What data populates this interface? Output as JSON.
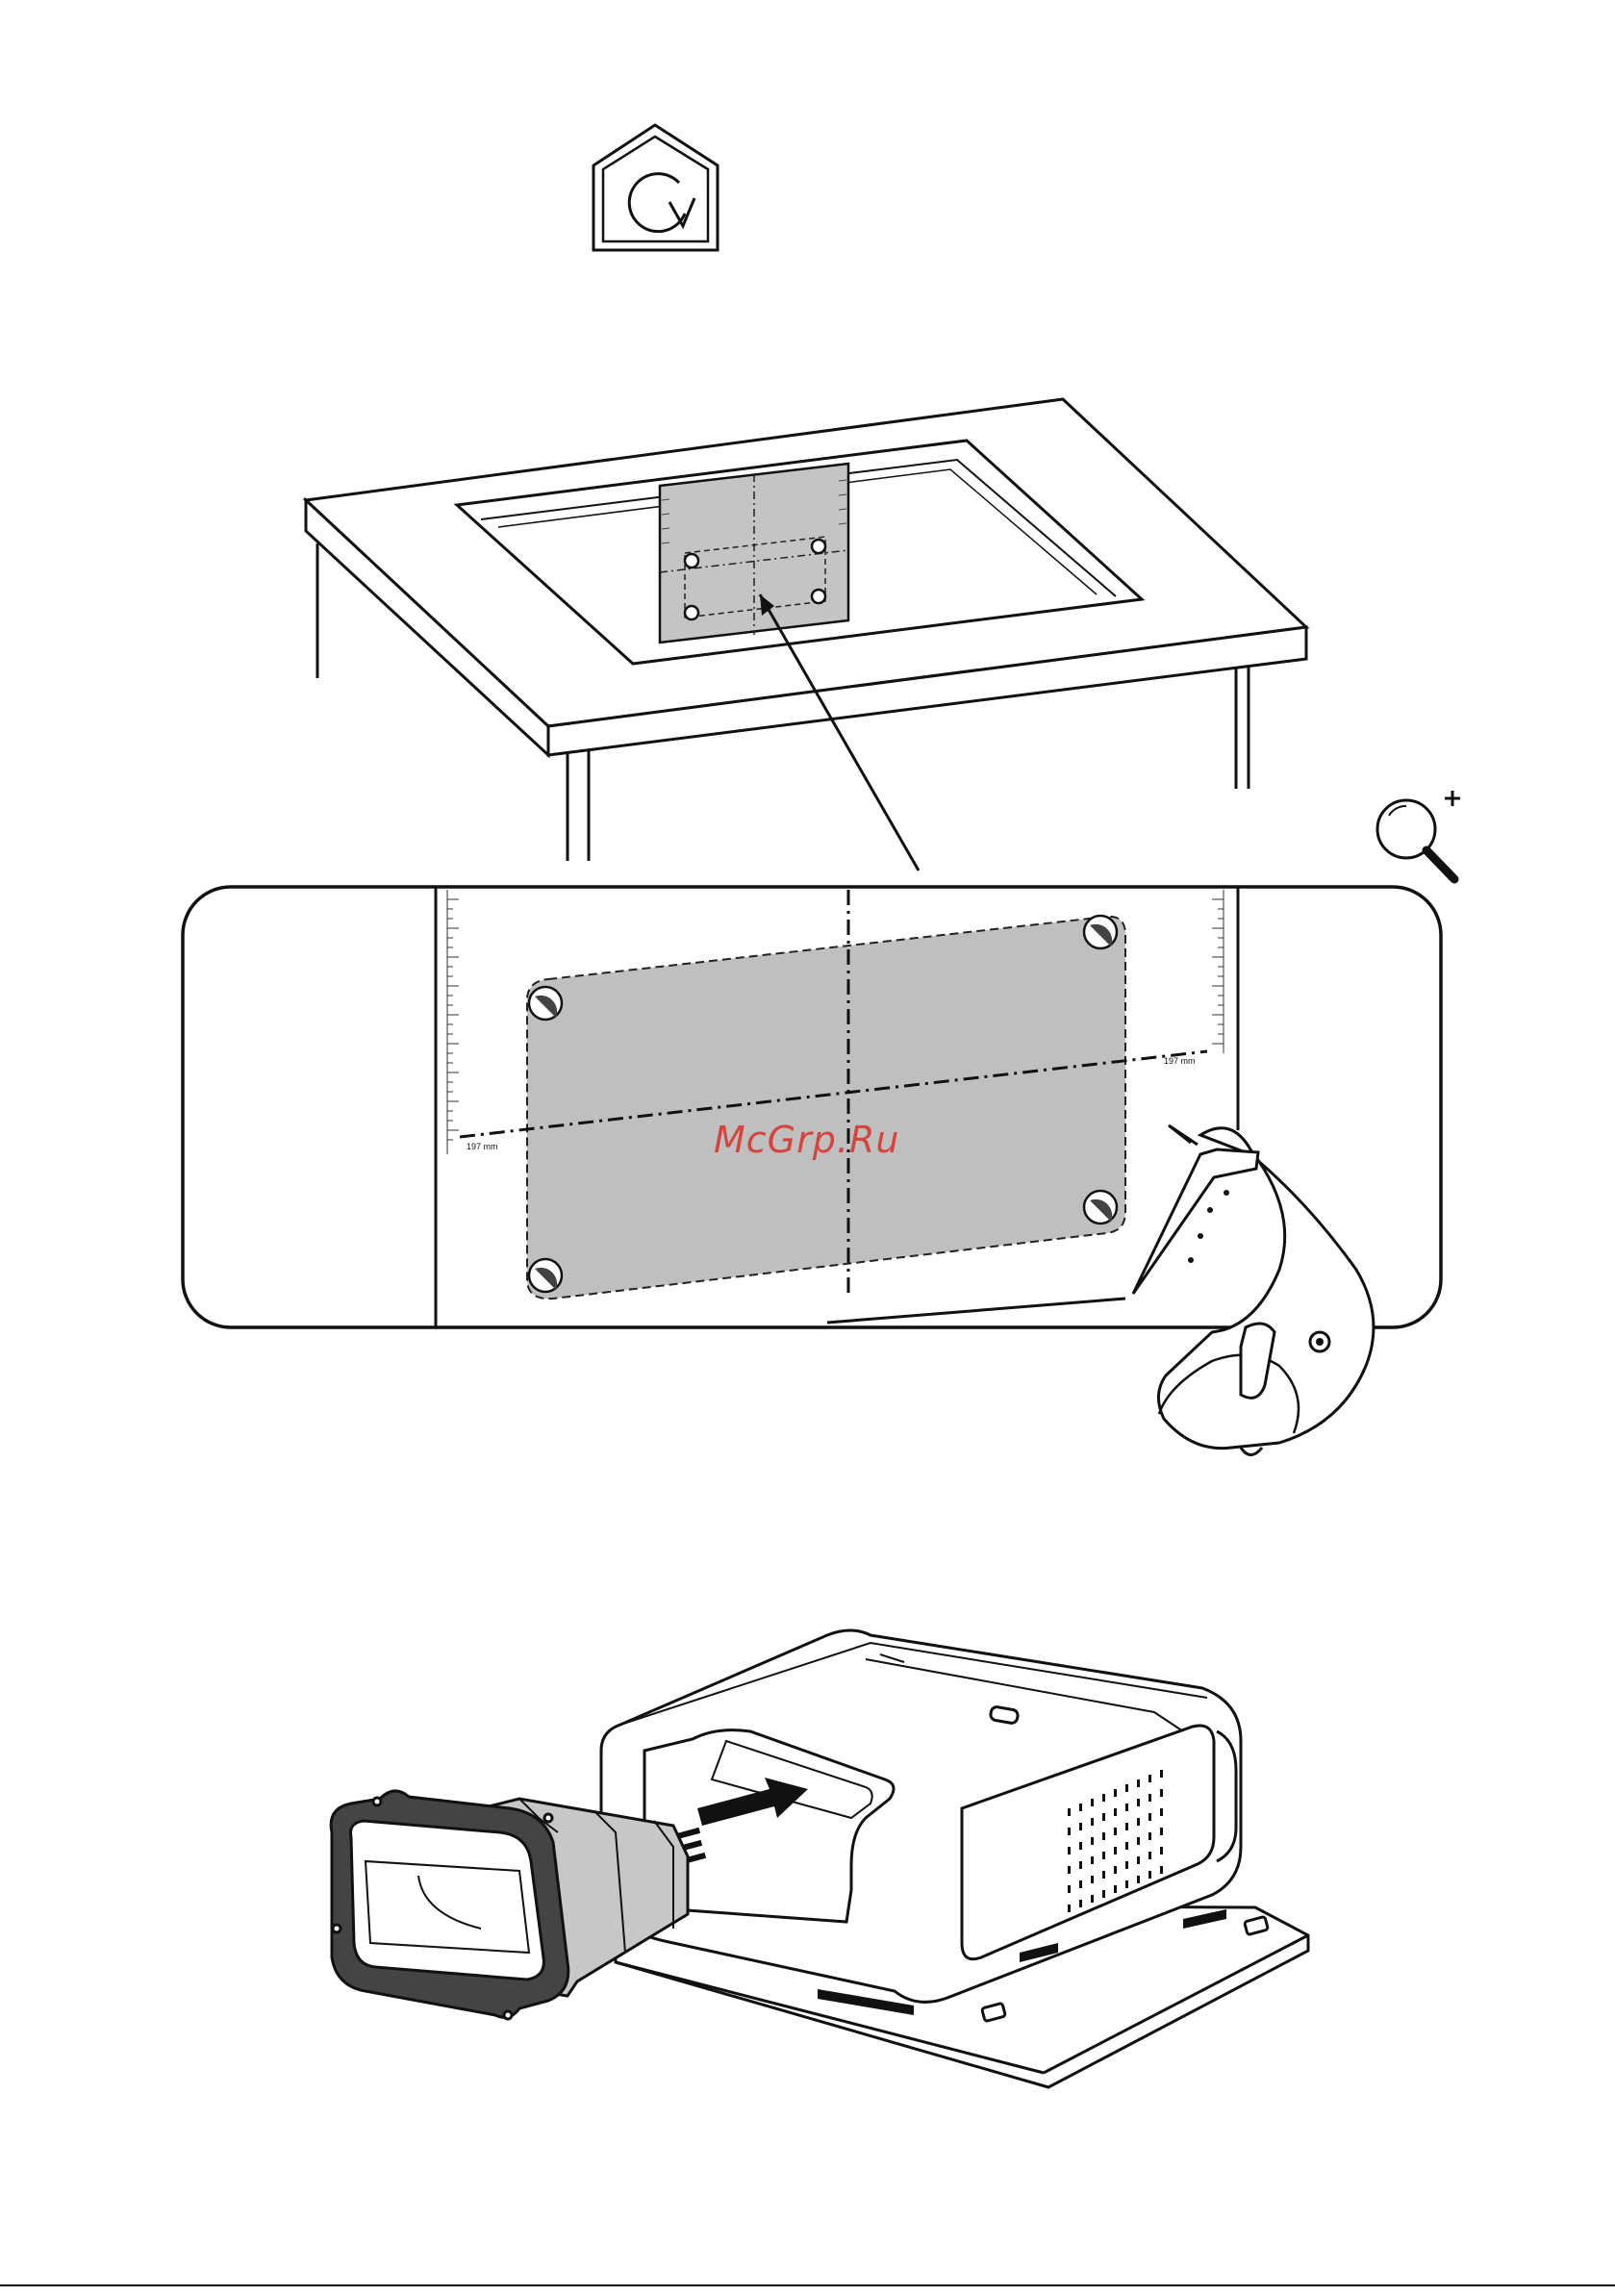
{
  "page": {
    "background": "#ffffff",
    "line_color": "#111111",
    "template_fill": "#bdbdbd"
  },
  "icons": {
    "house_rotate": "house-rotate-icon",
    "zoom_in": "magnifier-zoom-in-icon"
  },
  "dimensions": {
    "left": "197 mm",
    "right": "197 mm"
  },
  "watermark": {
    "text": "McGrp.Ru",
    "color": "#d4453f"
  }
}
